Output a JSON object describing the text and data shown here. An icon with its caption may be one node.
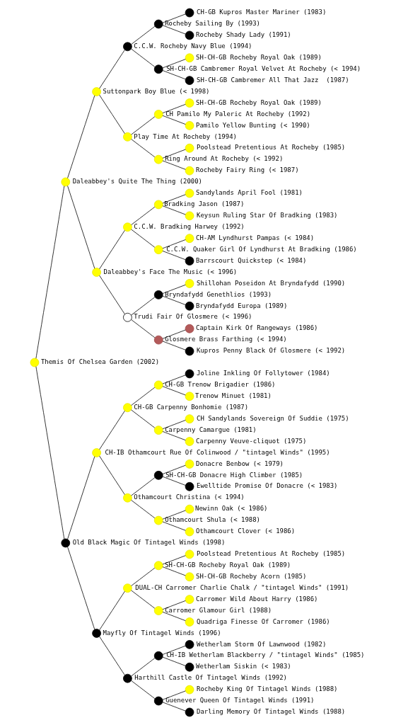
{
  "diagram": {
    "nodes": [
      {
        "text": [],
        "shape": "circle",
        "beside": [
          "CH-GB Kupros Master Mariner (1983)"
        ]
      },
      {
        "text": [],
        "shape": "circle",
        "beside": [
          "Rocheby Sailing By (1993)"
        ]
      },
      {
        "text": [],
        "shape": "circle",
        "beside": [
          "Rocheby Shady Lady (1991)"
        ]
      },
      {
        "text": [],
        "shape": "circle",
        "beside": [
          "C.C.W. Rocheby Navy Blue (1994)"
        ]
      },
      {
        "text": [],
        "shape": "circle",
        "beside": [
          "SH-CH-GB Rocheby Royal Oak (1989)"
        ]
      },
      {
        "text": [],
        "shape": "circle",
        "beside": [
          "SH-CH-GB Cambremer Royal Velvet At Rocheby (< 1994)"
        ]
      },
      {
        "text": [],
        "shape": "circle",
        "beside": [
          "SH-CH-GB Cambremer All That Jazz  (1987)"
        ]
      },
      {
        "text": [],
        "shape": "circle",
        "beside": [
          "Suttonpark Boy Blue (< 1998)"
        ]
      },
      {
        "text": [],
        "shape": "circle",
        "beside": [
          "SH-CH-GB Rocheby Royal Oak (1989)"
        ]
      },
      {
        "text": [],
        "shape": "circle",
        "beside": [
          "CH Pamilo My Paleric At Rocheby (1992)"
        ]
      },
      {
        "text": [],
        "shape": "circle",
        "beside": [
          "Pamilo Yellow Bunting (< 1990)"
        ]
      },
      {
        "text": [],
        "shape": "circle",
        "beside": [
          "Play Time At Rocheby (1994)"
        ]
      },
      {
        "text": [],
        "shape": "circle",
        "beside": [
          "Poolstead Pretentious At Rocheby (1985)"
        ]
      },
      {
        "text": [],
        "shape": "circle",
        "beside": [
          "Ring Around At Rocheby (< 1992)"
        ]
      },
      {
        "text": [],
        "shape": "circle",
        "beside": [
          "Rocheby Fairy Ring (< 1987)"
        ]
      },
      {
        "text": [],
        "shape": "circle",
        "beside": [
          "Daleabbey's Quite The Thing (2000)"
        ]
      },
      {
        "text": [],
        "shape": "circle",
        "beside": [
          "Sandylands April Fool (1981)"
        ]
      },
      {
        "text": [],
        "shape": "circle",
        "beside": [
          "Bradking Jason (1987)"
        ]
      },
      {
        "text": [],
        "shape": "circle",
        "beside": [
          "Keysun Ruling Star Of Bradking (1983)"
        ]
      },
      {
        "text": [],
        "shape": "circle",
        "beside": [
          "C.C.W. Bradking Harwey (1992)"
        ]
      },
      {
        "text": [],
        "shape": "circle",
        "beside": [
          "CH-AM Lyndhurst Pampas (< 1984)"
        ]
      },
      {
        "text": [],
        "shape": "circle",
        "beside": [
          "C.C.W. Quaker Girl Of Lyndhurst At Bradking (1986)"
        ]
      },
      {
        "text": [],
        "shape": "circle",
        "beside": [
          "Barrscourt Quickstep (< 1984)"
        ]
      },
      {
        "text": [],
        "shape": "circle",
        "beside": [
          "Daleabbey's Face The Music (< 1996)"
        ]
      },
      {
        "text": [],
        "shape": "circle",
        "beside": [
          "Shillohan Poseidon At Bryndafydd (1990)"
        ]
      },
      {
        "text": [],
        "shape": "circle",
        "beside": [
          "Bryndafydd Genethlios (1993)"
        ]
      },
      {
        "text": [],
        "shape": "circle",
        "beside": [
          "Bryndafydd Europa (1989)"
        ]
      },
      {
        "text": [],
        "shape": "circle",
        "beside": [
          "Trudi Fair Of Glosmere (< 1996)"
        ]
      },
      {
        "text": [],
        "shape": "circle",
        "beside": [
          "Captain Kirk Of Rangeways (1986)"
        ]
      },
      {
        "text": [],
        "shape": "circle",
        "beside": [
          "Glosmere Brass Farthing (< 1994)"
        ]
      },
      {
        "text": [],
        "shape": "circle",
        "beside": [
          "Kupros Penny Black Of Glosmere (< 1992)"
        ]
      },
      {
        "text": [],
        "shape": "circle",
        "beside": [
          "Themis Of Chelsea Garden (2002)"
        ]
      },
      {
        "text": [],
        "shape": "circle",
        "beside": [
          "Joline Inkling Of Follytower (1984)"
        ]
      },
      {
        "text": [],
        "shape": "circle",
        "beside": [
          "CH-GB Trenow Brigadier (1986)"
        ]
      },
      {
        "text": [],
        "shape": "circle",
        "beside": [
          "Trenow Minuet (1981)"
        ]
      },
      {
        "text": [],
        "shape": "circle",
        "beside": [
          "CH-GB Carpenny Bonhomie (1987)"
        ]
      },
      {
        "text": [],
        "shape": "circle",
        "beside": [
          "CH Sandylands Sovereign Of Suddie (1975)"
        ]
      },
      {
        "text": [],
        "shape": "circle",
        "beside": [
          "Carpenny Camargue (1981)"
        ]
      },
      {
        "text": [],
        "shape": "circle",
        "beside": [
          "Carpenny Veuve-cliquot (1975)"
        ]
      },
      {
        "text": [],
        "shape": "circle",
        "beside": [
          "CH-IB Othamcourt Rue Of Colinwood / \"tintagel Winds\" (1995)"
        ]
      },
      {
        "text": [],
        "shape": "circle",
        "beside": [
          "Donacre Benbow (< 1979)"
        ]
      },
      {
        "text": [],
        "shape": "circle",
        "beside": [
          "SH-CH-GB Donacre High Climber (1985)"
        ]
      },
      {
        "text": [],
        "shape": "circle",
        "beside": [
          "Ewelltide Promise Of Donacre (< 1983)"
        ]
      },
      {
        "text": [],
        "shape": "circle",
        "beside": [
          "Othamcourt Christina (< 1994)"
        ]
      },
      {
        "text": [],
        "shape": "circle",
        "beside": [
          "Newinn Oak (< 1986)"
        ]
      },
      {
        "text": [],
        "shape": "circle",
        "beside": [
          "Othamcourt Shula (< 1988)"
        ]
      },
      {
        "text": [],
        "shape": "circle",
        "beside": [
          "Othamcourt Clover (< 1986)"
        ]
      },
      {
        "text": [],
        "shape": "circle",
        "beside": [
          "Old Black Magic Of Tintagel Winds (1998)"
        ]
      },
      {
        "text": [],
        "shape": "circle",
        "beside": [
          "Poolstead Pretentious At Rocheby (1985)"
        ]
      },
      {
        "text": [],
        "shape": "circle",
        "beside": [
          "SH-CH-GB Rocheby Royal Oak (1989)"
        ]
      },
      {
        "text": [],
        "shape": "circle",
        "beside": [
          "SH-CH-GB Rocheby Acorn (1985)"
        ]
      },
      {
        "text": [],
        "shape": "circle",
        "beside": [
          "DUAL-CH Carromer Charlie Chalk / \"tintagel Winds\" (1991)"
        ]
      },
      {
        "text": [],
        "shape": "circle",
        "beside": [
          "Carromer Wild About Harry (1986)"
        ]
      },
      {
        "text": [],
        "shape": "circle",
        "beside": [
          "Carromer Glamour Girl (1988)"
        ]
      },
      {
        "text": [],
        "shape": "circle",
        "beside": [
          "Quadriga Finesse Of Carromer (1986)"
        ]
      },
      {
        "text": [],
        "shape": "circle",
        "beside": [
          "Mayfly Of Tintagel Winds (1996)"
        ]
      },
      {
        "text": [],
        "shape": "circle",
        "beside": [
          "Wetherlam Storm Of Lawnwood (1982)"
        ]
      },
      {
        "text": [],
        "shape": "circle",
        "beside": [
          "CH-IB Wetherlam Blackberry / \"tintagel Winds\" (1985)"
        ]
      },
      {
        "text": [],
        "shape": "circle",
        "beside": [
          "Wetherlam Siskin (< 1983)"
        ]
      },
      {
        "text": [],
        "shape": "circle",
        "beside": [
          "Harthill Castle Of Tintagel Winds (1992)"
        ]
      },
      {
        "text": [],
        "shape": "circle",
        "beside": [
          "Rocheby King Of Tintagel Winds (1988)"
        ]
      },
      {
        "text": [],
        "shape": "circle",
        "beside": [
          "Guenever Queen Of Tintagel Winds (1991)"
        ]
      },
      {
        "text": [],
        "shape": "circle",
        "beside": [
          "Darling Memory Of Tintagel Winds (1988)"
        ]
      }
    ],
    "edges": [
      {
        "from": 31,
        "to": 15,
        "arrow": "none"
      },
      {
        "from": 31,
        "to": 47,
        "arrow": "none"
      },
      {
        "from": 15,
        "to": 7,
        "arrow": "none"
      },
      {
        "from": 15,
        "to": 23,
        "arrow": "none"
      },
      {
        "from": 47,
        "to": 39,
        "arrow": "none"
      },
      {
        "from": 47,
        "to": 55,
        "arrow": "none"
      },
      {
        "from": 7,
        "to": 3,
        "arrow": "none"
      },
      {
        "from": 7,
        "to": 11,
        "arrow": "none"
      },
      {
        "from": 23,
        "to": 19,
        "arrow": "none"
      },
      {
        "from": 23,
        "to": 27,
        "arrow": "none"
      },
      {
        "from": 39,
        "to": 35,
        "arrow": "none"
      },
      {
        "from": 39,
        "to": 43,
        "arrow": "none"
      },
      {
        "from": 55,
        "to": 51,
        "arrow": "none"
      },
      {
        "from": 55,
        "to": 59,
        "arrow": "none"
      },
      {
        "from": 3,
        "to": 1,
        "arrow": "none"
      },
      {
        "from": 3,
        "to": 5,
        "arrow": "none"
      },
      {
        "from": 11,
        "to": 9,
        "arrow": "none"
      },
      {
        "from": 11,
        "to": 13,
        "arrow": "none"
      },
      {
        "from": 19,
        "to": 17,
        "arrow": "none"
      },
      {
        "from": 19,
        "to": 21,
        "arrow": "none"
      },
      {
        "from": 27,
        "to": 25,
        "arrow": "none"
      },
      {
        "from": 27,
        "to": 29,
        "arrow": "none"
      },
      {
        "from": 35,
        "to": 33,
        "arrow": "none"
      },
      {
        "from": 35,
        "to": 37,
        "arrow": "none"
      },
      {
        "from": 43,
        "to": 41,
        "arrow": "none"
      },
      {
        "from": 43,
        "to": 45,
        "arrow": "none"
      },
      {
        "from": 51,
        "to": 49,
        "arrow": "none"
      },
      {
        "from": 51,
        "to": 53,
        "arrow": "none"
      },
      {
        "from": 59,
        "to": 57,
        "arrow": "none"
      },
      {
        "from": 59,
        "to": 61,
        "arrow": "none"
      },
      {
        "from": 1,
        "to": 0,
        "arrow": "none"
      },
      {
        "from": 1,
        "to": 2,
        "arrow": "none"
      },
      {
        "from": 5,
        "to": 4,
        "arrow": "none"
      },
      {
        "from": 5,
        "to": 6,
        "arrow": "none"
      },
      {
        "from": 9,
        "to": 8,
        "arrow": "none"
      },
      {
        "from": 9,
        "to": 10,
        "arrow": "none"
      },
      {
        "from": 13,
        "to": 12,
        "arrow": "none"
      },
      {
        "from": 13,
        "to": 14,
        "arrow": "none"
      },
      {
        "from": 17,
        "to": 16,
        "arrow": "none"
      },
      {
        "from": 17,
        "to": 18,
        "arrow": "none"
      },
      {
        "from": 21,
        "to": 20,
        "arrow": "none"
      },
      {
        "from": 21,
        "to": 22,
        "arrow": "none"
      },
      {
        "from": 25,
        "to": 24,
        "arrow": "none"
      },
      {
        "from": 25,
        "to": 26,
        "arrow": "none"
      },
      {
        "from": 29,
        "to": 28,
        "arrow": "none"
      },
      {
        "from": 29,
        "to": 30,
        "arrow": "none"
      },
      {
        "from": 33,
        "to": 32,
        "arrow": "none"
      },
      {
        "from": 33,
        "to": 34,
        "arrow": "none"
      },
      {
        "from": 37,
        "to": 36,
        "arrow": "none"
      },
      {
        "from": 37,
        "to": 38,
        "arrow": "none"
      },
      {
        "from": 41,
        "to": 40,
        "arrow": "none"
      },
      {
        "from": 41,
        "to": 42,
        "arrow": "none"
      },
      {
        "from": 45,
        "to": 44,
        "arrow": "none"
      },
      {
        "from": 45,
        "to": 46,
        "arrow": "none"
      },
      {
        "from": 49,
        "to": 48,
        "arrow": "none"
      },
      {
        "from": 49,
        "to": 50,
        "arrow": "none"
      },
      {
        "from": 53,
        "to": 52,
        "arrow": "none"
      },
      {
        "from": 53,
        "to": 54,
        "arrow": "none"
      },
      {
        "from": 57,
        "to": 56,
        "arrow": "none"
      },
      {
        "from": 57,
        "to": 58,
        "arrow": "none"
      },
      {
        "from": 61,
        "to": 60,
        "arrow": "none"
      },
      {
        "from": 61,
        "to": 62,
        "arrow": "none"
      }
    ]
  }
}
